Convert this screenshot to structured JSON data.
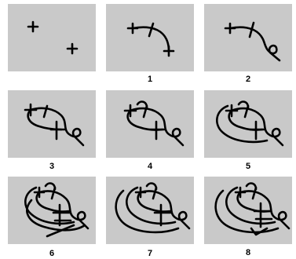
{
  "panels": [
    {
      "label": ""
    },
    {
      "label": "1"
    },
    {
      "label": "2"
    },
    {
      "label": "3"
    },
    {
      "label": "4"
    },
    {
      "label": "5"
    },
    {
      "label": "6"
    },
    {
      "label": "7"
    },
    {
      "label": "8"
    }
  ]
}
